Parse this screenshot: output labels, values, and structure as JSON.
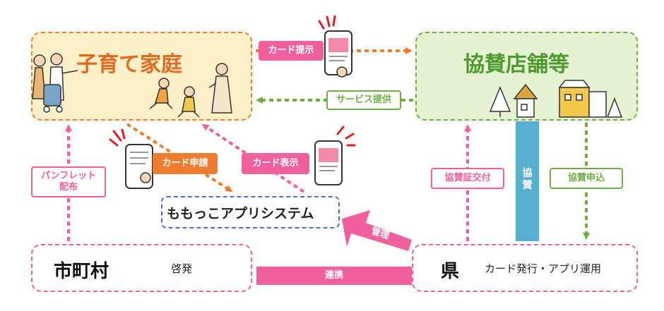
{
  "family": {
    "title": "子育て家庭"
  },
  "shops": {
    "title": "協賛店舗等"
  },
  "app_system": {
    "title": "ももっこアプリシステム"
  },
  "municipality": {
    "title": "市町村",
    "role": "啓発"
  },
  "prefecture": {
    "title": "県",
    "role": "カード発行・アプリ運用"
  },
  "flows": {
    "card_present": "カード提示",
    "service": "サービス提供",
    "card_apply": "カード申請",
    "card_display": "カード表示",
    "pamphlet": "パンフレット\n配布",
    "sponsor_cert": "協賛証交付",
    "sponsor": "協\n賛",
    "sponsor_apply": "協賛申込",
    "manage": "管理",
    "cooperate": "連携"
  },
  "colors": {
    "pink": "#f0609e",
    "orange": "#ed7d31",
    "green": "#70ad47",
    "blue": "#4472c4",
    "teal": "#5aafd0",
    "family_bg": "#fdefc7",
    "shop_bg": "#e5f3d3"
  }
}
